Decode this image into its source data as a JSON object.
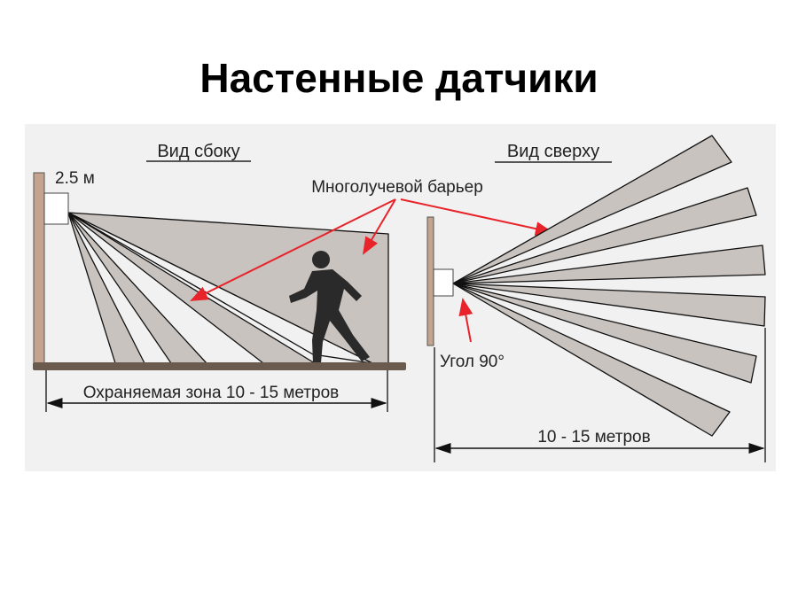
{
  "title": "Настенные датчики",
  "side_view": {
    "heading": "Вид сбоку",
    "height_label": "2.5 м",
    "zone_label": "Охраняемая зона 10 - 15 метров"
  },
  "top_view": {
    "heading": "Вид сверху",
    "angle_label": "Угол 90°",
    "distance_label": "10 - 15 метров"
  },
  "callout": "Многолучевой барьер",
  "colors": {
    "beam": "#c9c3bf",
    "wall": "#c4a48e",
    "floor": "#6b5a4e",
    "arrow": "#e8232a",
    "panel": "#f1f1f1"
  }
}
